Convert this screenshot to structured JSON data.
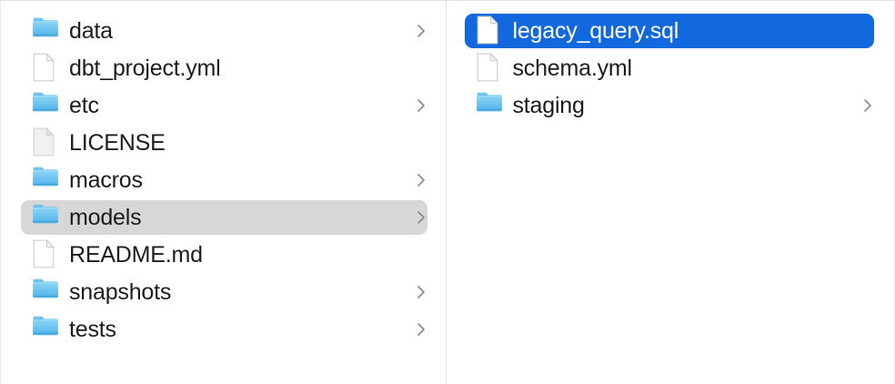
{
  "window": {
    "title": "Finder — Column View",
    "view_mode": "column",
    "background_color": "#ffffff",
    "divider_color": "#e2e2e2"
  },
  "colors": {
    "selection_active": "#1269dd",
    "selection_active_text": "#ffffff",
    "selection_inactive": "#d7d7d7",
    "text": "#1c1c1e",
    "chevron": "#8a8a8e",
    "folder_blue": "#5ac0f0",
    "folder_blue_dark": "#3c9fd8"
  },
  "columns": [
    {
      "name": "parent-column",
      "items": [
        {
          "label": "data",
          "kind": "folder",
          "icon": "folder-icon",
          "has_children": true,
          "selected": "none"
        },
        {
          "label": "dbt_project.yml",
          "kind": "file",
          "icon": "document-icon",
          "has_children": false,
          "selected": "none"
        },
        {
          "label": "etc",
          "kind": "folder",
          "icon": "folder-icon",
          "has_children": true,
          "selected": "none"
        },
        {
          "label": "LICENSE",
          "kind": "file",
          "icon": "document-plain-icon",
          "has_children": false,
          "selected": "none"
        },
        {
          "label": "macros",
          "kind": "folder",
          "icon": "folder-icon",
          "has_children": true,
          "selected": "none"
        },
        {
          "label": "models",
          "kind": "folder",
          "icon": "folder-icon",
          "has_children": true,
          "selected": "inactive"
        },
        {
          "label": "README.md",
          "kind": "file",
          "icon": "document-icon",
          "has_children": false,
          "selected": "none"
        },
        {
          "label": "snapshots",
          "kind": "folder",
          "icon": "folder-icon",
          "has_children": true,
          "selected": "none"
        },
        {
          "label": "tests",
          "kind": "folder",
          "icon": "folder-icon",
          "has_children": true,
          "selected": "none"
        }
      ]
    },
    {
      "name": "child-column",
      "items": [
        {
          "label": "legacy_query.sql",
          "kind": "file",
          "icon": "document-icon",
          "has_children": false,
          "selected": "active"
        },
        {
          "label": "schema.yml",
          "kind": "file",
          "icon": "document-icon",
          "has_children": false,
          "selected": "none"
        },
        {
          "label": "staging",
          "kind": "folder",
          "icon": "folder-icon",
          "has_children": true,
          "selected": "none"
        }
      ]
    }
  ]
}
